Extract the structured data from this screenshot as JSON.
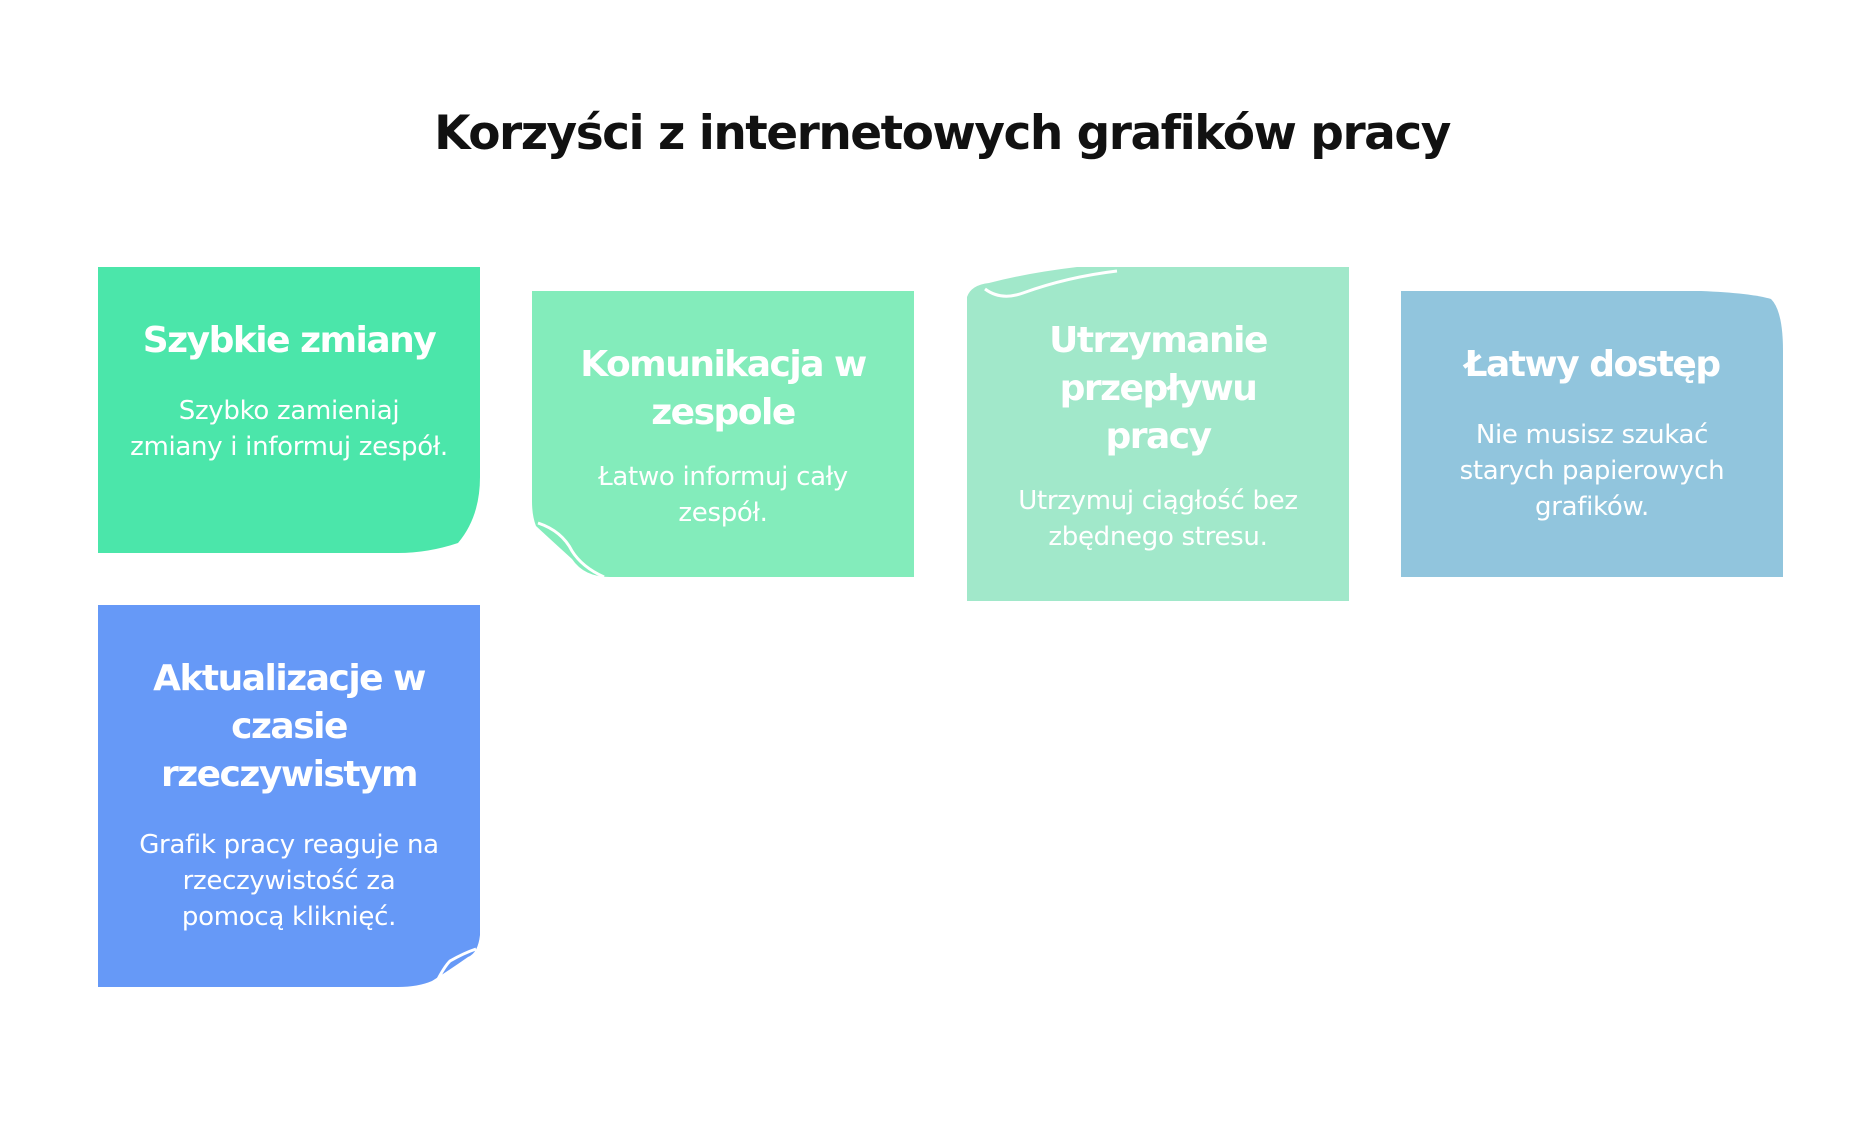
{
  "title": "Korzyści z internetowych grafików pracy",
  "cards": [
    {
      "title": "Szybkie zmiany",
      "description": "Szybko zamieniaj zmiany i informuj zespół.",
      "color": "#4be6aa"
    },
    {
      "title": "Komunikacja w zespole",
      "description": "Łatwo informuj cały zespół.",
      "color": "#83ecbb"
    },
    {
      "title": "Utrzymanie przepływu pracy",
      "description": "Utrzymuj ciągłość bez zbędnego stresu.",
      "color": "#a1e8ca"
    },
    {
      "title": "Łatwy dostęp",
      "description": "Nie musisz szukać starych papierowych grafików.",
      "color": "#91c5dd"
    },
    {
      "title": "Aktualizacje w czasie rzeczywistym",
      "description": "Grafik pracy reaguje na rzeczywistość za pomocą kliknięć.",
      "color": "#6699f7"
    }
  ]
}
